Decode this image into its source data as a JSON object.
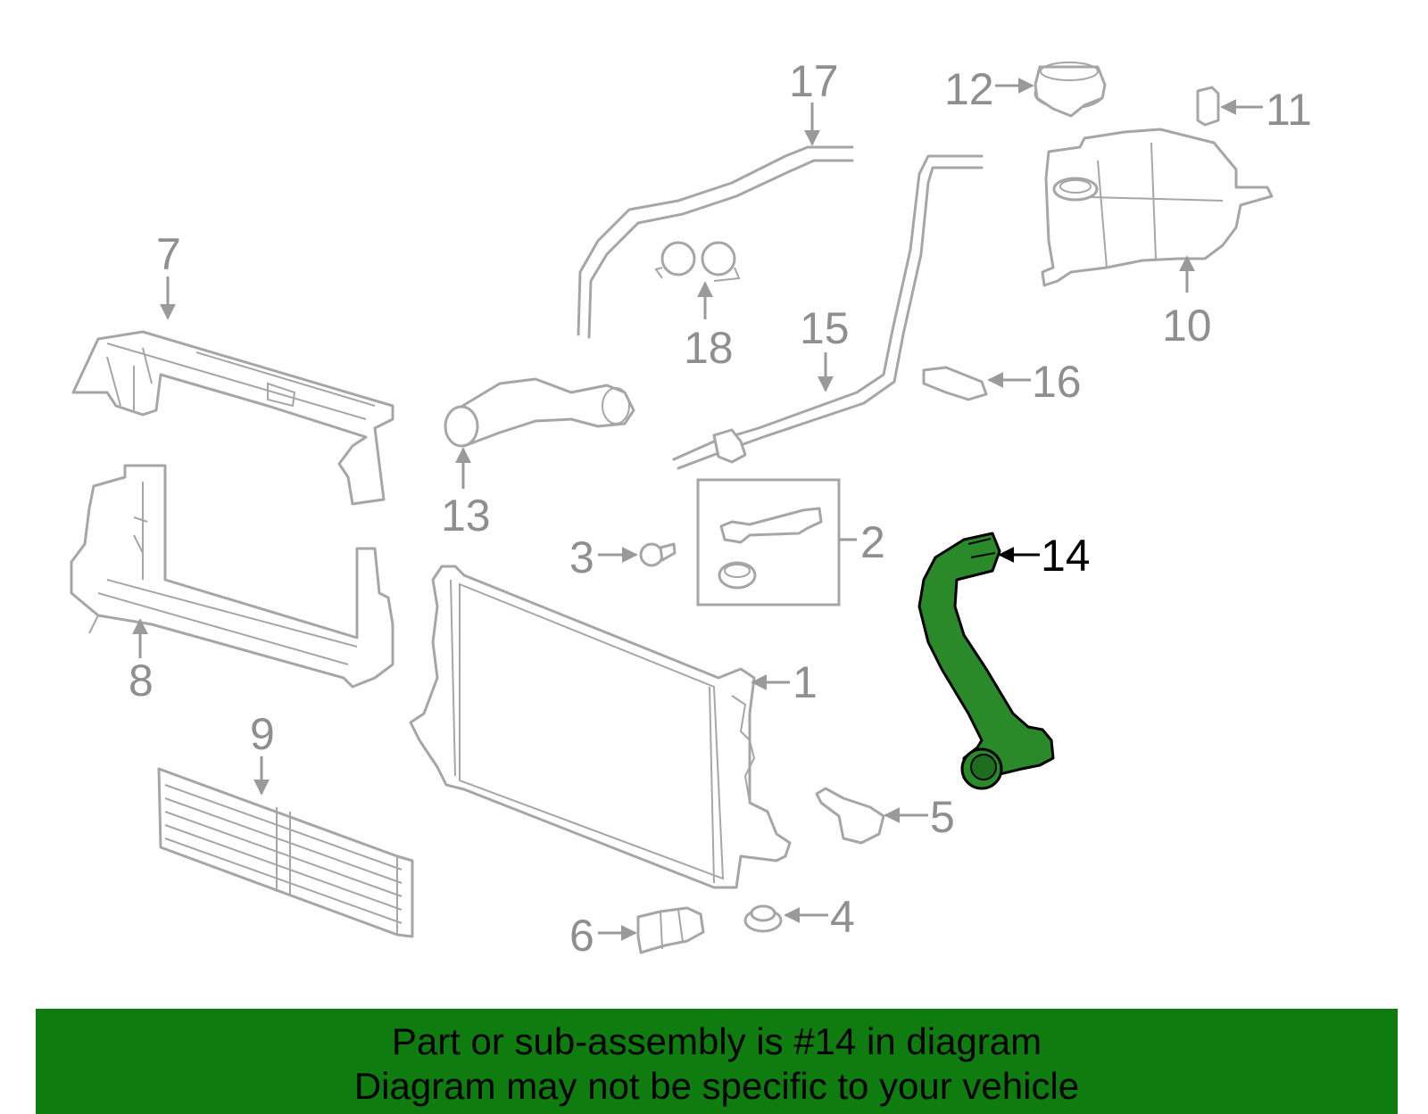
{
  "diagram": {
    "highlight_color": "#2a8a2a",
    "callouts": [
      "1",
      "2",
      "3",
      "4",
      "5",
      "6",
      "7",
      "8",
      "9",
      "10",
      "11",
      "12",
      "13",
      "14",
      "15",
      "16",
      "17",
      "18"
    ],
    "highlighted": "14"
  },
  "banner": {
    "background": "#0e7c0e",
    "line1": "Part or sub-assembly is #14 in diagram",
    "line2": "Diagram may not be specific to your vehicle"
  }
}
